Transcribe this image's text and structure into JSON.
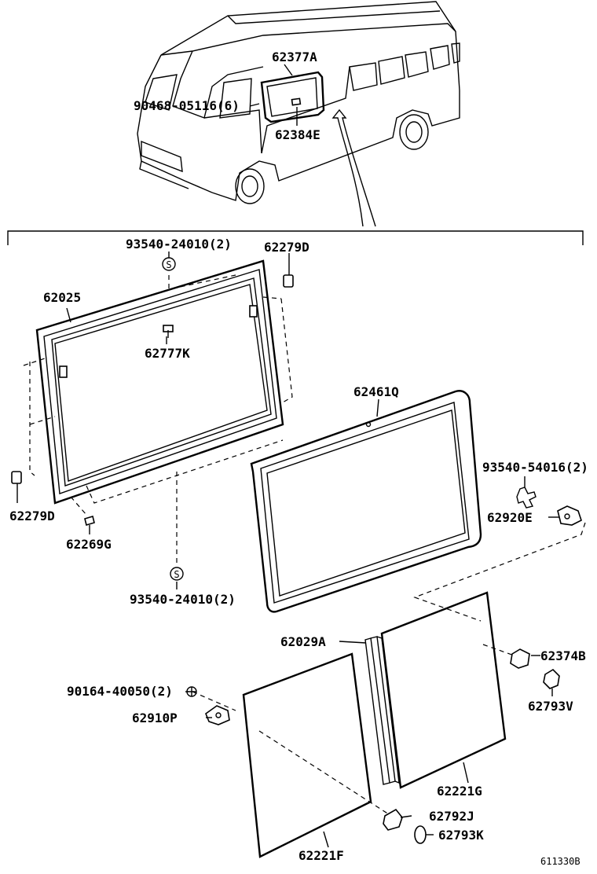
{
  "parts": {
    "p62377A": "62377A",
    "p90468": "90468-05116(6)",
    "p62384E": "62384E",
    "p93540_24010_top": "93540-24010(2)",
    "p62279D_top": "62279D",
    "p62025": "62025",
    "p62777K": "62777K",
    "p62461Q": "62461Q",
    "p93540_54016": "93540-54016(2)",
    "p62920E": "62920E",
    "p62279D_left": "62279D",
    "p62269G": "62269G",
    "p93540_24010_bot": "93540-24010(2)",
    "p62029A": "62029A",
    "p62374B": "62374B",
    "p62793V": "62793V",
    "p90164": "90164-40050(2)",
    "p62910P": "62910P",
    "p62221G": "62221G",
    "p62792J": "62792J",
    "p62793K": "62793K",
    "p62221F": "62221F"
  },
  "diagram_id": "611330B",
  "clip_symbol": "S"
}
